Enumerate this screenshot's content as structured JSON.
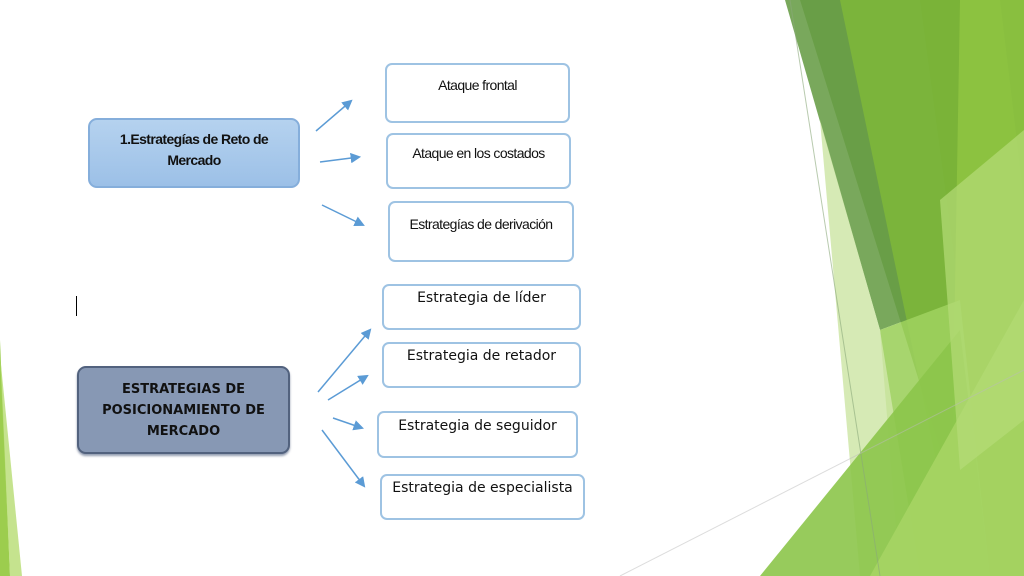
{
  "colors": {
    "arrow": "#5b9bd5",
    "box_border": "#9ec3e3",
    "header_top_fill": "#9cc0e7",
    "header_bottom_fill": "#8798b4",
    "green_light": "#a9d25a",
    "green_mid": "#7fb73a",
    "green_dark": "#5f9a2f"
  },
  "section_top": {
    "header": "1.Estrategías de Reto de Mercado",
    "items": [
      "Ataque frontal",
      "Ataque en los costados",
      "Estrategías de derivación"
    ]
  },
  "section_bottom": {
    "header": "ESTRATEGIAS DE POSICIONAMIENTO DE MERCADO",
    "items": [
      "Estrategia de líder",
      "Estrategia de retador",
      "Estrategia de seguidor",
      "Estrategia de especialista"
    ]
  }
}
